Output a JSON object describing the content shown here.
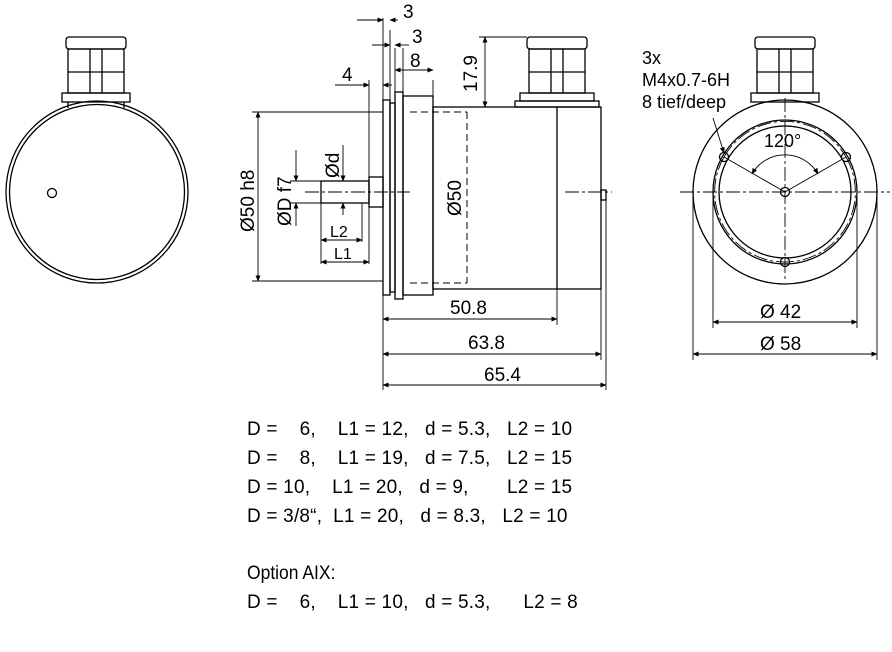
{
  "dims": {
    "side": {
      "top_3a": "3",
      "top_3b": "3",
      "top_8": "8",
      "top_4": "4",
      "height_17_9": "17.9",
      "dia_50h8": "Ø50 h8",
      "dia_Df7": "ØD f7",
      "dia_d": "Ød",
      "dia_50": "Ø50",
      "l2": "L2",
      "l1": "L1",
      "len_50_8": "50.8",
      "len_63_8": "63.8",
      "len_65_4": "65.4"
    },
    "front": {
      "holes_line1": "3x",
      "holes_line2": "M4x0.7-6H",
      "holes_line3": "8 tief/deep",
      "angle": "120°",
      "dia_42": "Ø 42",
      "dia_58": "Ø 58"
    }
  },
  "specs": [
    "D =    6,    L1 = 12,   d = 5.3,   L2 = 10",
    "D =    8,    L1 = 19,   d = 7.5,   L2 = 15",
    "D = 10,    L1 = 20,   d = 9,       L2 = 15",
    "D = 3/8“,  L1 = 20,   d = 8.3,   L2 = 10"
  ],
  "option": {
    "title": "Option AIX:",
    "line": "D =    6,    L1 = 10,   d = 5.3,      L2 = 8"
  }
}
